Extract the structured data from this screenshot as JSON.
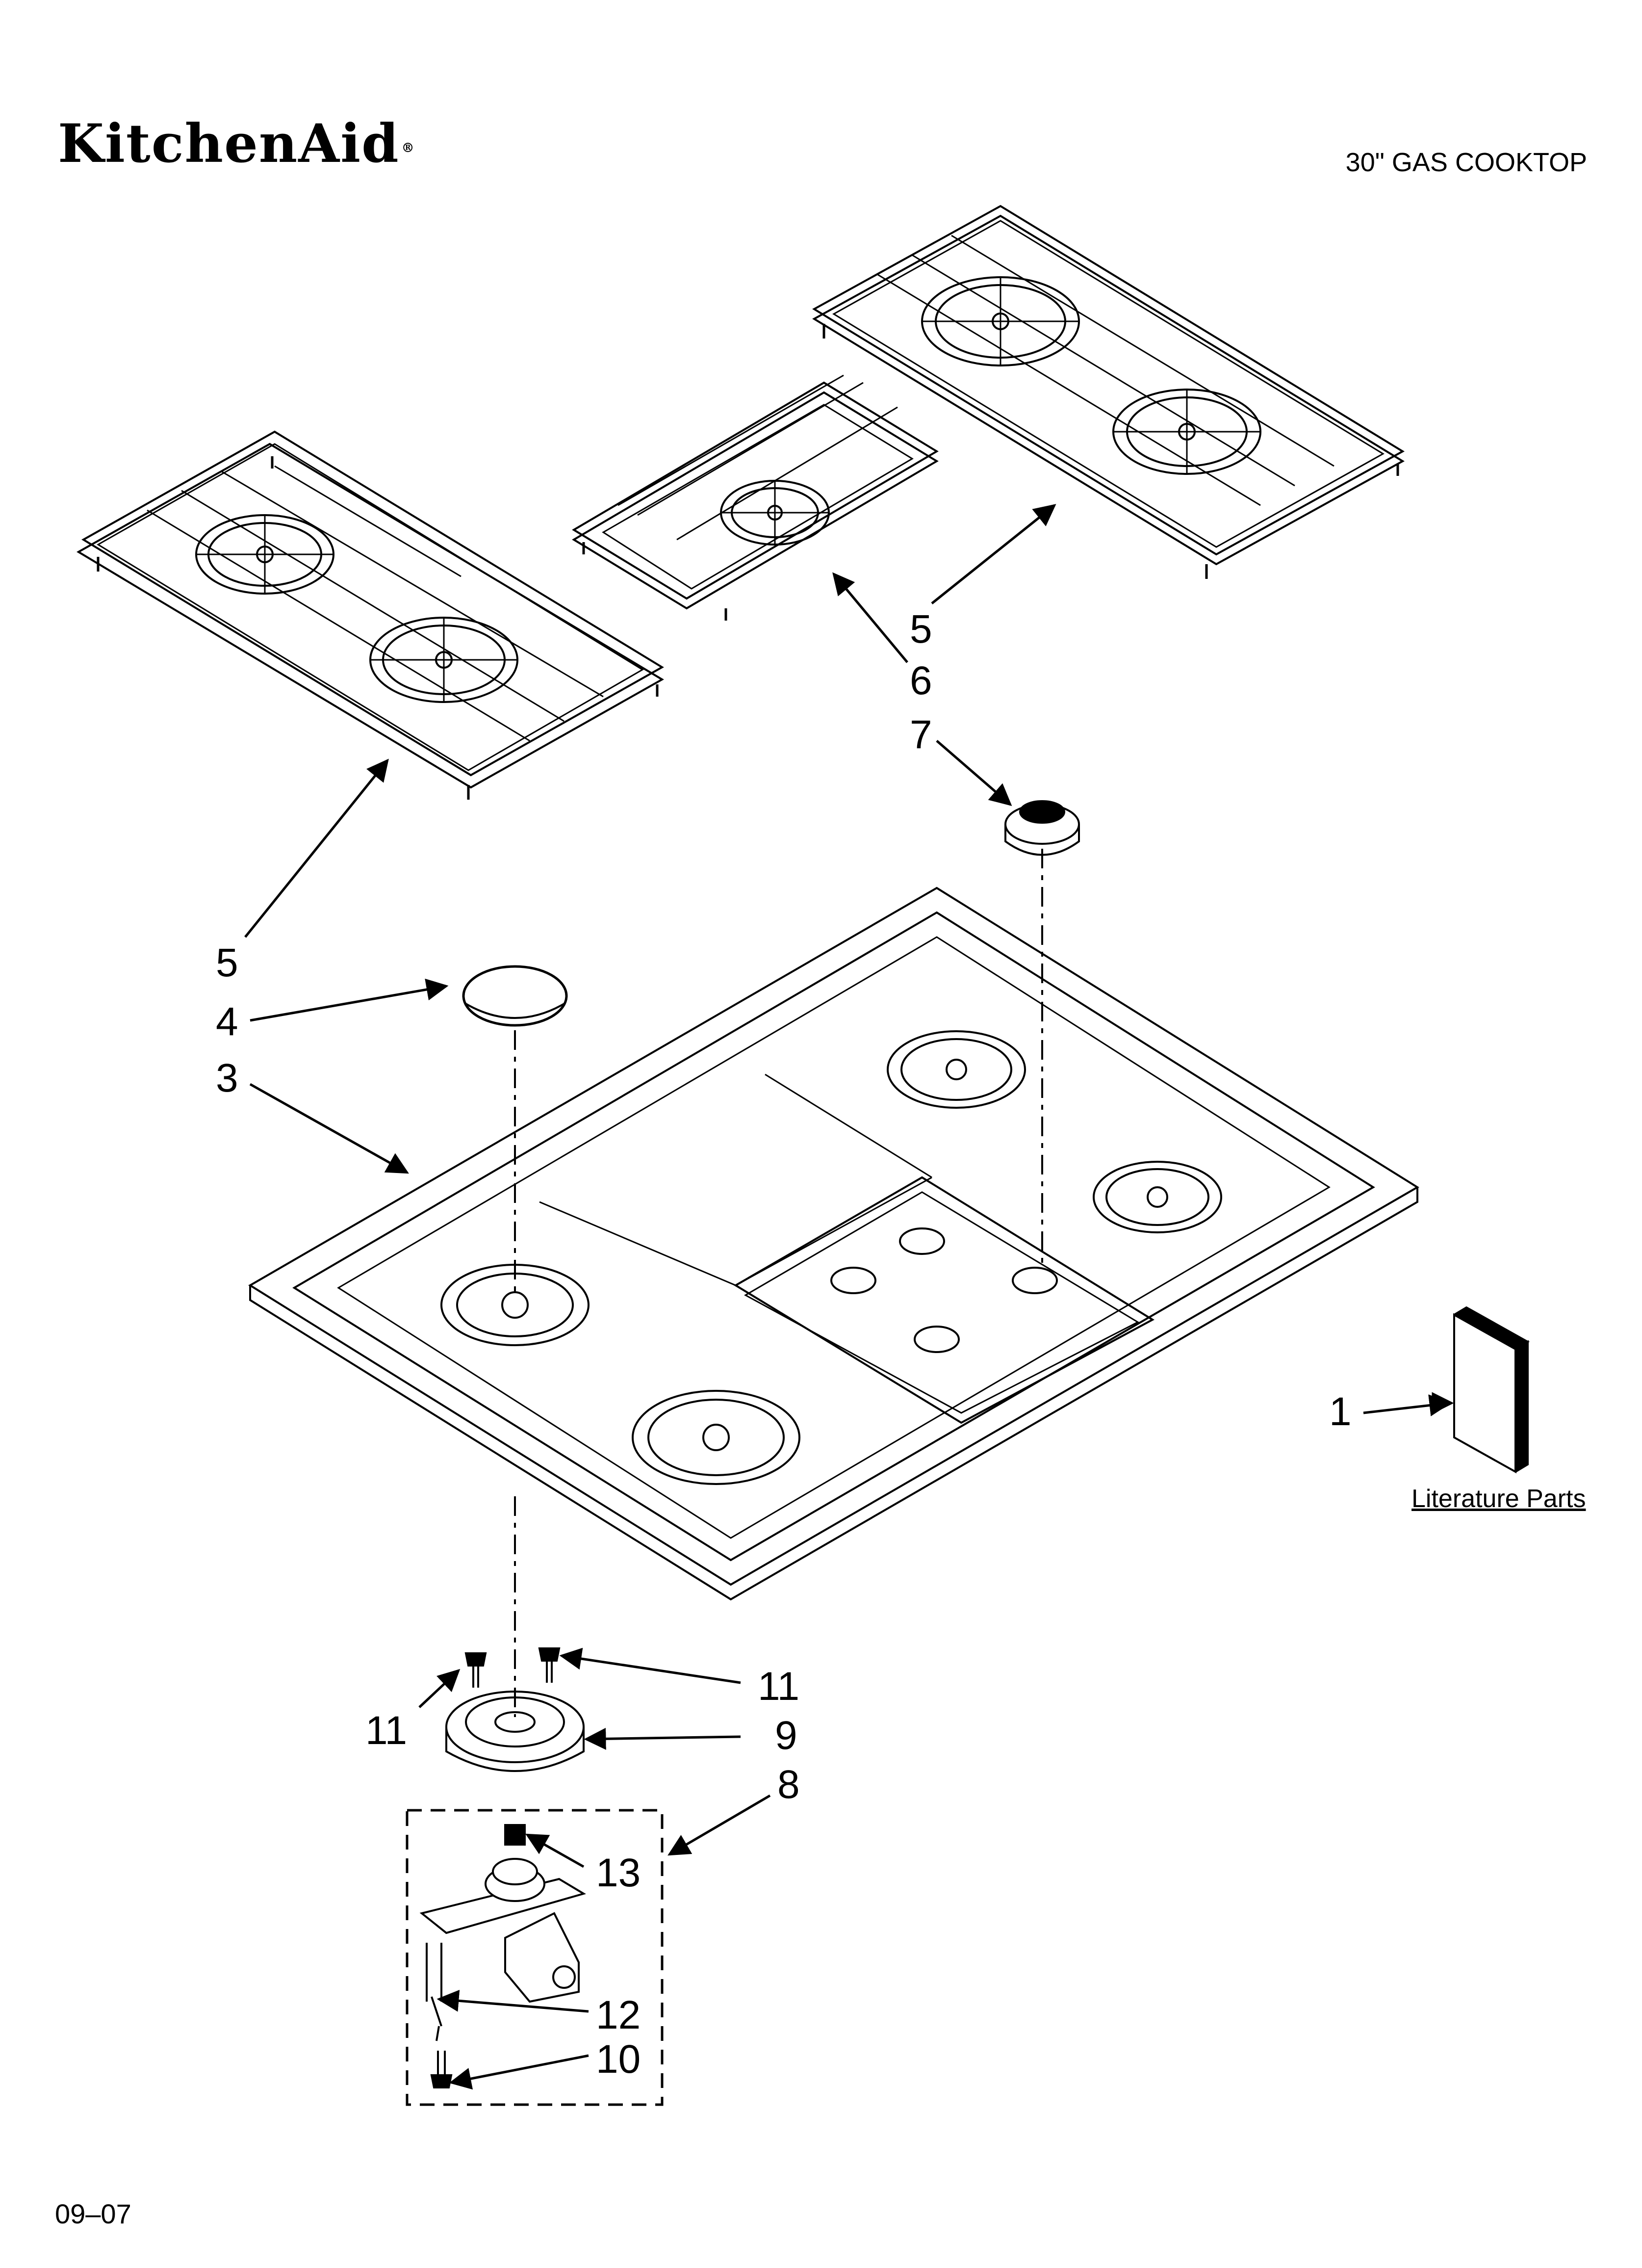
{
  "header": {
    "brand": "KitchenAid",
    "brand_mark": "®",
    "title": "30\" GAS COOKTOP"
  },
  "footer": {
    "date_code": "09–07"
  },
  "literature": {
    "label": "Literature Parts"
  },
  "callouts": {
    "c1": "1",
    "c3": "3",
    "c4": "4",
    "c5a": "5",
    "c5b": "5",
    "c6": "6",
    "c7": "7",
    "c8": "8",
    "c9": "9",
    "c10": "10",
    "c11a": "11",
    "c11b": "11",
    "c12": "12",
    "c13": "13"
  }
}
